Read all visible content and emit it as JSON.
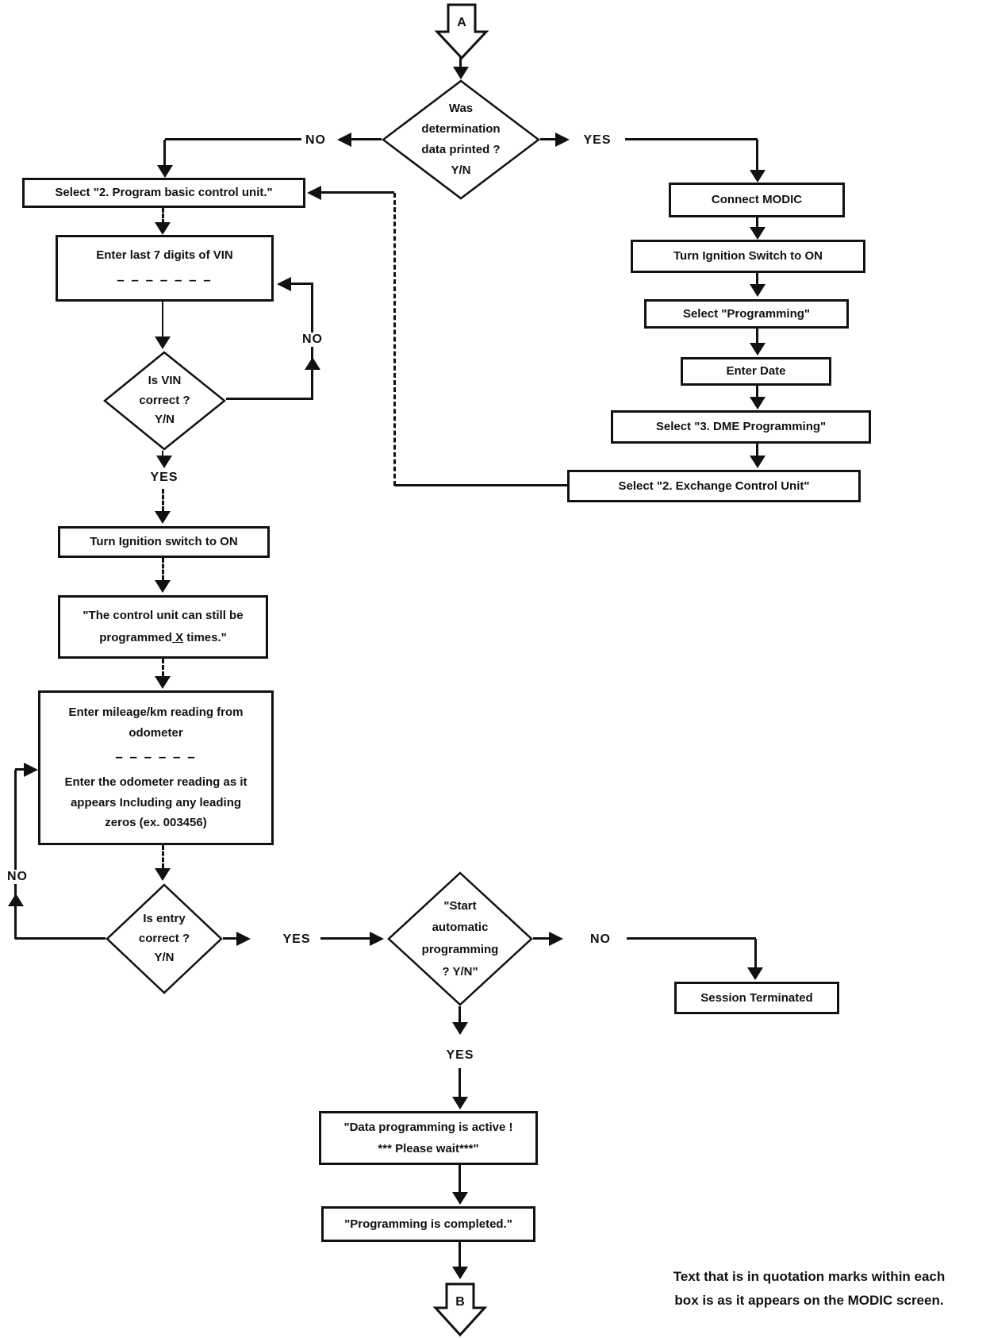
{
  "labels": {
    "yes": "YES",
    "no": "NO"
  },
  "connectors": {
    "a": "A",
    "b": "B"
  },
  "note": {
    "text": "Text that is in quotation marks within each\nbox is as it appears on the MODIC screen."
  },
  "nodes": {
    "determination": {
      "text": "Was\ndetermination\ndata printed ?\nY/N"
    },
    "select_program_basic": {
      "text": "Select \"2. Program basic control unit.\""
    },
    "enter_vin": {
      "title": "Enter last 7 digits of VIN",
      "dashes": "– – – – – – –"
    },
    "vin_correct": {
      "text": "Is VIN\ncorrect ?\nY/N"
    },
    "ignition_left": {
      "text": "Turn Ignition switch to ON"
    },
    "control_unit": {
      "line1": "\"The control unit can still be",
      "pre": "programmed",
      "x": " X",
      "post": " times.\""
    },
    "mileage": {
      "title": "Enter mileage/km reading from\nodometer",
      "dashes": "– – – – – –",
      "body": "Enter the odometer reading as it\nappears Including any leading\nzeros (ex. 003456)"
    },
    "entry_correct": {
      "text": "Is entry\ncorrect ?\nY/N"
    },
    "start_auto": {
      "text": "\"Start\nautomatic\nprogramming\n? Y/N\""
    },
    "session_terminated": {
      "text": "Session Terminated"
    },
    "data_programming": {
      "text": "\"Data programming is active !\n*** Please wait***\""
    },
    "programming_completed": {
      "text": "\"Programming is completed.\""
    },
    "connect_modic": {
      "text": "Connect MODIC"
    },
    "ignition_right": {
      "text": "Turn Ignition Switch to ON"
    },
    "select_programming": {
      "text": "Select \"Programming\""
    },
    "enter_date": {
      "text": "Enter Date"
    },
    "select_dme": {
      "text": "Select \"3. DME Programming\""
    },
    "select_exchange": {
      "text": "Select \"2. Exchange Control Unit\""
    }
  }
}
